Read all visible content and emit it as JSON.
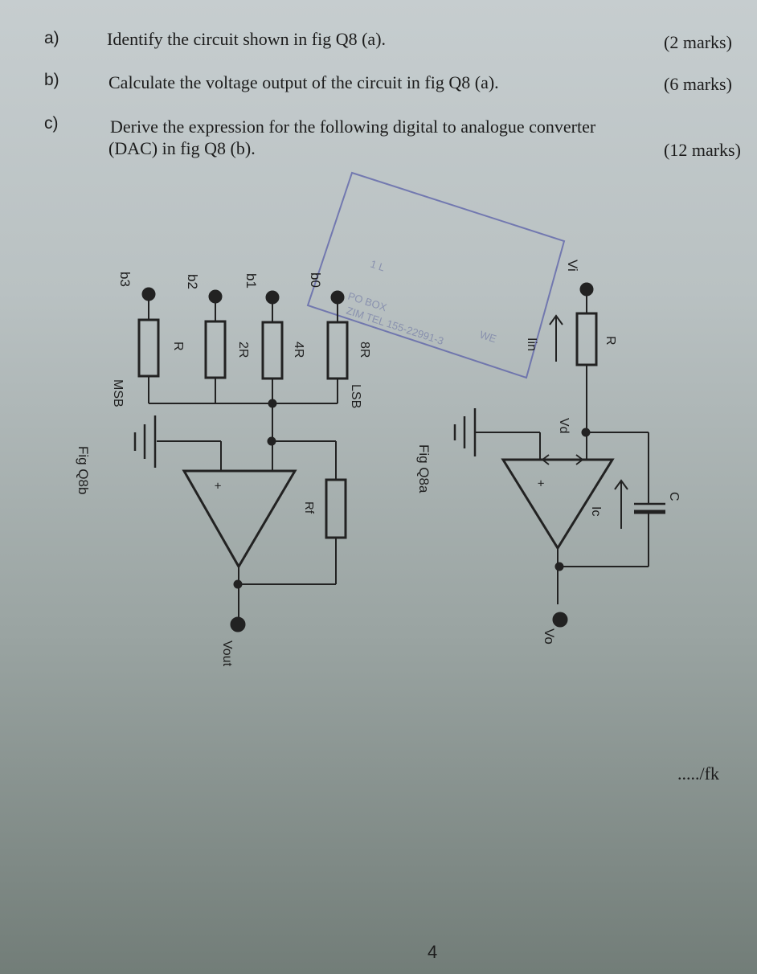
{
  "questions": [
    {
      "letter": "a)",
      "text": "Identify the circuit shown in fig Q8 (a).",
      "marks": "(2 marks)"
    },
    {
      "letter": "b)",
      "text": "Calculate the voltage output of the circuit in fig Q8 (a).",
      "marks": "(6 marks)"
    },
    {
      "letter": "c)",
      "text_line1": "Derive the expression for the following digital to analogue converter",
      "text_line2": "(DAC) in fig Q8 (b).",
      "marks": "(12 marks)"
    }
  ],
  "fig_q8b": {
    "caption": "Fig Q8b",
    "inputs": [
      "b3",
      "b2",
      "b1",
      "b0"
    ],
    "resistors": [
      "R",
      "2R",
      "4R",
      "8R"
    ],
    "msb_label": "MSB",
    "lsb_label": "LSB",
    "feedback_resistor": "Rf",
    "output_label": "Vout",
    "opamp_plus": "+"
  },
  "fig_q8a": {
    "caption": "Fig Q8a",
    "input_label": "Vi",
    "resistor": "R",
    "input_current": "Iin",
    "diff_voltage": "Vd",
    "capacitor": "C",
    "capacitor_current": "Ic",
    "output_label": "Vo",
    "opamp_plus": "+"
  },
  "stamp": {
    "line1": "1 L",
    "line2": "PO BOX",
    "line3": "ZIM TEL 155-22991-3",
    "fragment": "WE"
  },
  "footer": {
    "continuation": "...../fk",
    "page_number": "4"
  }
}
